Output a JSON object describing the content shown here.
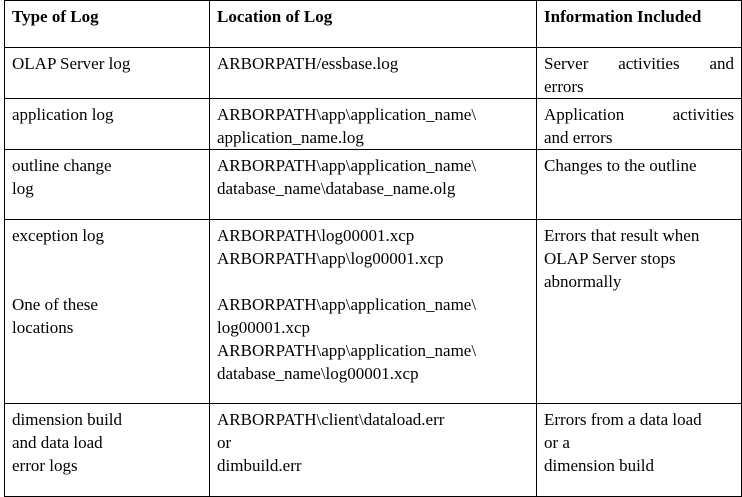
{
  "table": {
    "headers": [
      "Type of Log",
      "Location of Log",
      "Information Included"
    ],
    "rows": [
      {
        "type": [
          "OLAP Server log"
        ],
        "location": [
          "ARBORPATH/essbase.log"
        ],
        "info": [
          "Server",
          "activities",
          "and",
          "errors"
        ]
      },
      {
        "type": [
          "application log"
        ],
        "location": [
          "ARBORPATH\\app\\application_name\\",
          "application_name.log"
        ],
        "info": [
          "Application",
          "activities",
          "and errors"
        ]
      },
      {
        "type": [
          "outline change",
          "log"
        ],
        "location": [
          "ARBORPATH\\app\\application_name\\",
          "database_name\\database_name.olg"
        ],
        "info": [
          "Changes to the outline"
        ]
      },
      {
        "type": [
          "exception log",
          "One of these",
          "locations"
        ],
        "location": [
          "ARBORPATH\\log00001.xcp",
          "ARBORPATH\\app\\log00001.xcp",
          "ARBORPATH\\app\\application_name\\",
          "log00001.xcp",
          "ARBORPATH\\app\\application_name\\",
          "database_name\\log00001.xcp"
        ],
        "info": [
          "Errors that result when",
          "OLAP Server stops",
          "abnormally"
        ]
      },
      {
        "type": [
          "dimension build",
          "and data load",
          "error logs"
        ],
        "location": [
          "ARBORPATH\\client\\dataload.err",
          "or",
          "dimbuild.err"
        ],
        "info": [
          "Errors from a data load",
          "or a",
          "dimension build"
        ]
      }
    ]
  }
}
